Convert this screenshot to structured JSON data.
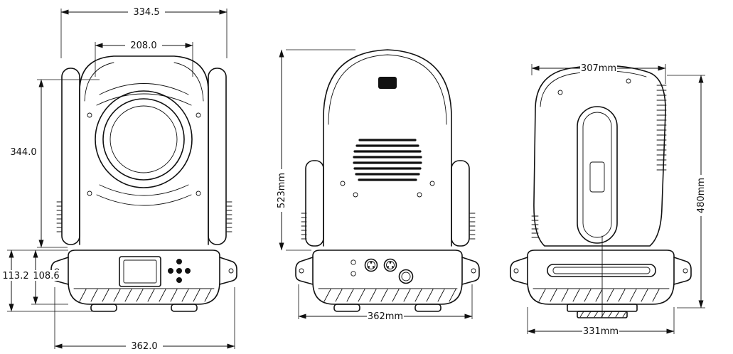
{
  "colors": {
    "line": "#111111",
    "background": "#ffffff"
  },
  "dimensions": {
    "front": {
      "overall_width": "334.5",
      "lens_width": "208.0",
      "head_height": "344.0",
      "base_total_height": "113.2",
      "base_height": "108.6",
      "base_width": "362.0"
    },
    "front_alt": {
      "body_height": "523mm",
      "base_width": "362mm"
    },
    "side": {
      "head_depth": "307mm",
      "overall_height": "480mm",
      "base_depth": "331mm"
    }
  }
}
